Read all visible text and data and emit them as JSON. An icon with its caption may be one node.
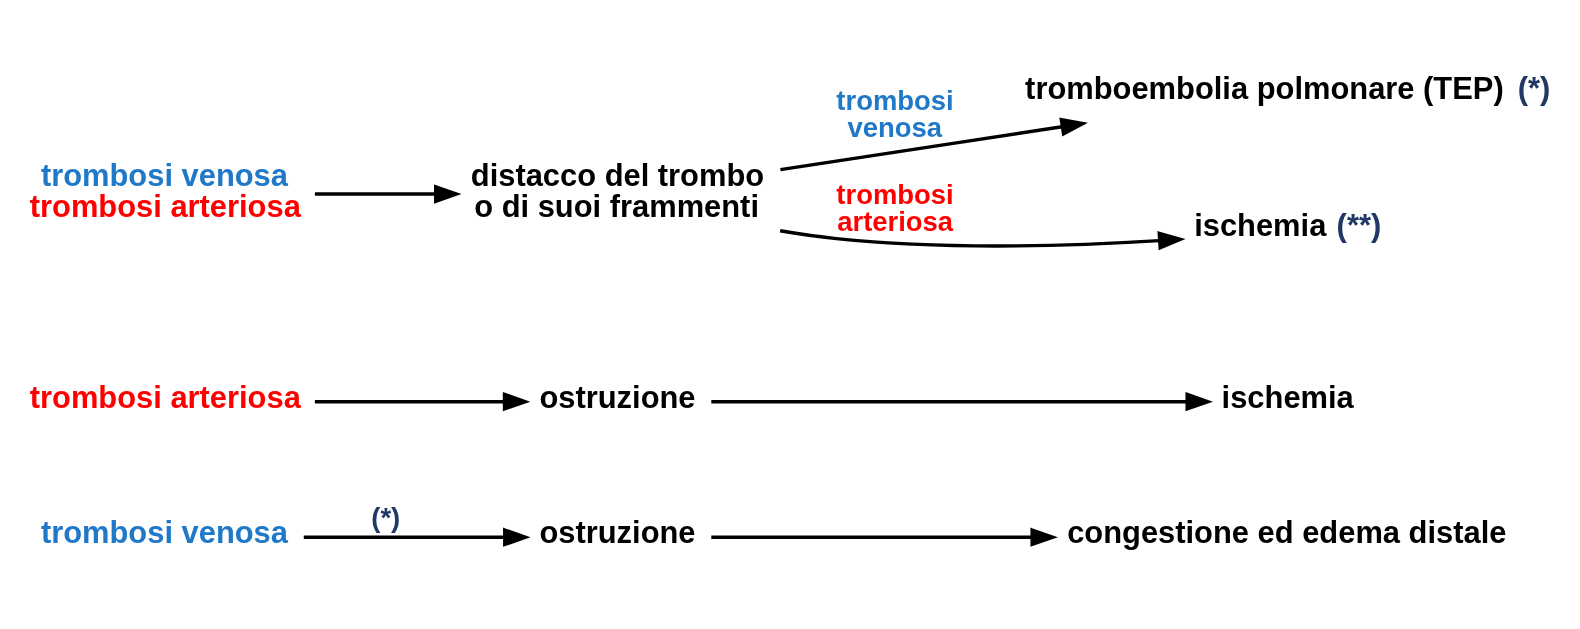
{
  "diagram": {
    "nodes": [
      {
        "text": [
          "trombosi venosa"
        ]
      },
      {
        "text": [
          "ostruzione"
        ]
      },
      {
        "text": [
          "congestione ed edema distale"
        ]
      },
      {
        "text": [
          "trombosi arteriosa"
        ]
      },
      {
        "text": [
          "ostruzione"
        ]
      },
      {
        "text": [
          "ischemia"
        ]
      },
      {
        "text": [
          "trombosi venosa",
          "trombosi arteriosa"
        ]
      },
      {
        "text": [
          "distacco del trombo o di suoi frammenti"
        ]
      },
      {
        "text": [
          "tromboembolia polmonare (TEP)"
        ],
        "beside": [
          "(*)"
        ]
      },
      {
        "text": [
          "ischemia"
        ],
        "beside": [
          "(**)"
        ]
      }
    ],
    "edges": [
      {
        "from": 0,
        "to": 1,
        "arrow": "to",
        "label": "(*)"
      },
      {
        "from": 1,
        "to": 2,
        "arrow": "to"
      },
      {
        "from": 3,
        "to": 4,
        "arrow": "to"
      },
      {
        "from": 4,
        "to": 5,
        "arrow": "to"
      },
      {
        "from": 6,
        "to": 7,
        "arrow": "to"
      },
      {
        "from": 7,
        "to": 8,
        "arrow": "to",
        "label": "trombosi venosa"
      },
      {
        "from": 7,
        "to": 9,
        "arrow": "to",
        "label": "trombosi arteriosa"
      }
    ]
  }
}
